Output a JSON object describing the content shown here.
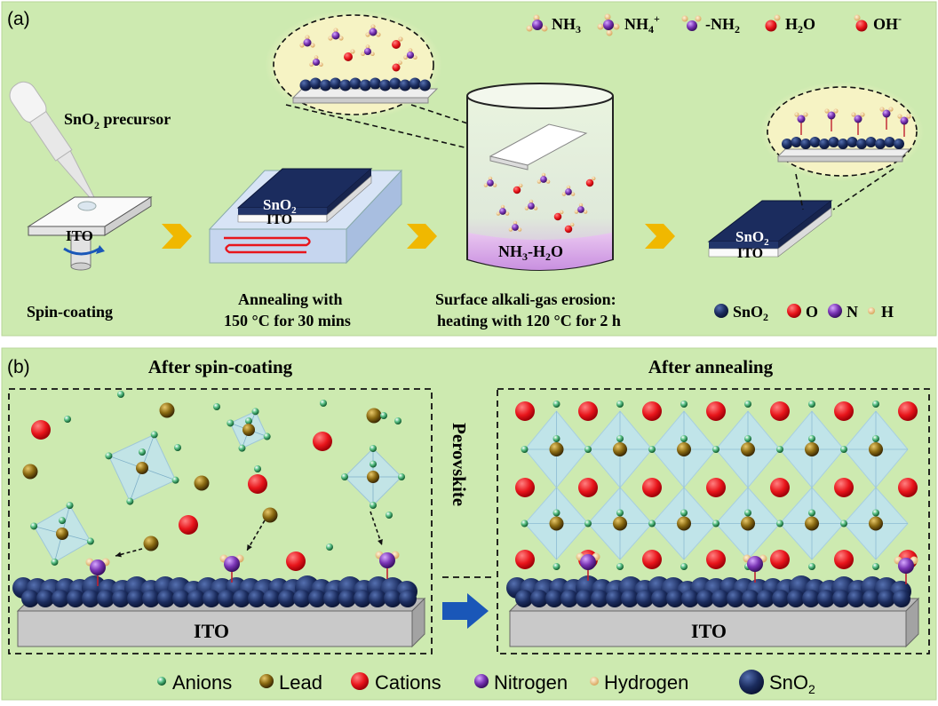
{
  "panel_a": {
    "tag": "(a)",
    "legend_top": [
      {
        "icon": "nh3-molecule-icon",
        "text": "NH",
        "sub": "3",
        "sup": ""
      },
      {
        "icon": "ammonium-ion-icon",
        "text": "NH",
        "sub": "4",
        "sup": "+"
      },
      {
        "icon": "amine-group-icon",
        "text": "-NH",
        "sub": "2",
        "sup": ""
      },
      {
        "icon": "water-molecule-icon",
        "text": "H",
        "sub": "2",
        "sup": "",
        "tail": "O"
      },
      {
        "icon": "hydroxide-ion-icon",
        "text": "OH",
        "sub": "",
        "sup": "-"
      }
    ],
    "precursor": {
      "text": "SnO",
      "sub": "2",
      "tail": " precursor"
    },
    "ito_label": "ITO",
    "sno2": {
      "text": "SnO",
      "sub": "2"
    },
    "jar_label": {
      "text": "NH",
      "sub": "3",
      "tail": "-H",
      "tail2": "O",
      "sub2": "2"
    },
    "steps": [
      {
        "line1": "Spin-coating",
        "line2": ""
      },
      {
        "line1": "Annealing with",
        "line2": "150 °C for 30 mins"
      },
      {
        "line1": "Surface alkali-gas erosion:",
        "line2": "heating with 120 °C for 2 h"
      }
    ],
    "legend_bottom": [
      {
        "icon": "sno2-particle-icon",
        "text": "SnO",
        "sub": "2"
      },
      {
        "icon": "oxygen-atom-icon",
        "text": "O",
        "sub": ""
      },
      {
        "icon": "nitrogen-atom-icon",
        "text": "N",
        "sub": ""
      },
      {
        "icon": "hydrogen-atom-icon",
        "text": "H",
        "sub": ""
      }
    ]
  },
  "panel_b": {
    "tag": "(b)",
    "left_title": "After spin-coating",
    "right_title": "After annealing",
    "middle_label": "Perovskite",
    "ito_label": "ITO",
    "legend": [
      {
        "icon": "anion-icon",
        "text": "Anions",
        "sub": ""
      },
      {
        "icon": "lead-icon",
        "text": "Lead",
        "sub": ""
      },
      {
        "icon": "cation-icon",
        "text": "Cations",
        "sub": ""
      },
      {
        "icon": "nitrogen-icon",
        "text": "Nitrogen",
        "sub": ""
      },
      {
        "icon": "hydrogen-icon",
        "text": "Hydrogen",
        "sub": ""
      },
      {
        "icon": "sno2-icon",
        "text": "SnO",
        "sub": "2"
      }
    ]
  },
  "colors": {
    "background": "#cdeab0",
    "sno2": "#1b2c5e",
    "cation": "#e8151b",
    "lead": "#8a6a12",
    "anion": "#1f8a4a",
    "nitrogen": "#7a35b5",
    "hydrogen": "#e0b470",
    "arrow_step": "#f0b800",
    "arrow_b": "#1a57b8"
  }
}
